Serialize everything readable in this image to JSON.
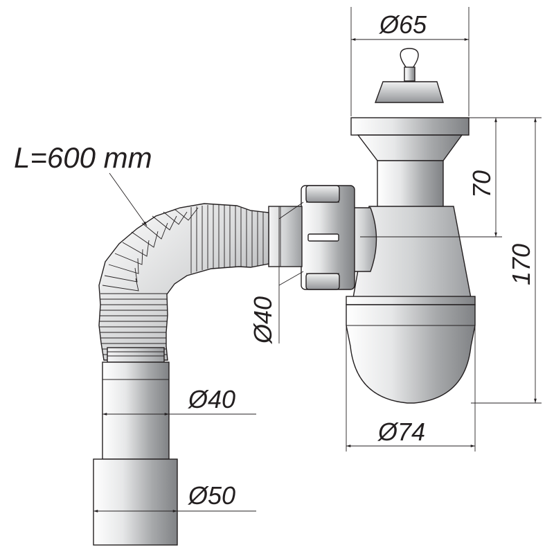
{
  "diagram": {
    "colors": {
      "stroke": "#231f20",
      "fill_dark": "#8e9092",
      "fill_mid": "#b8babc",
      "fill_light": "#e9eaeb",
      "fill_white": "#ffffff"
    },
    "labels": {
      "hose_length": "L=600 mm",
      "top_diameter": "Ø65",
      "bowl_diameter": "Ø74",
      "side_outlet_diameter": "Ø40",
      "tail_upper_diameter": "Ø40",
      "tail_lower_diameter": "Ø50",
      "height_upper": "70",
      "height_total": "170"
    }
  }
}
